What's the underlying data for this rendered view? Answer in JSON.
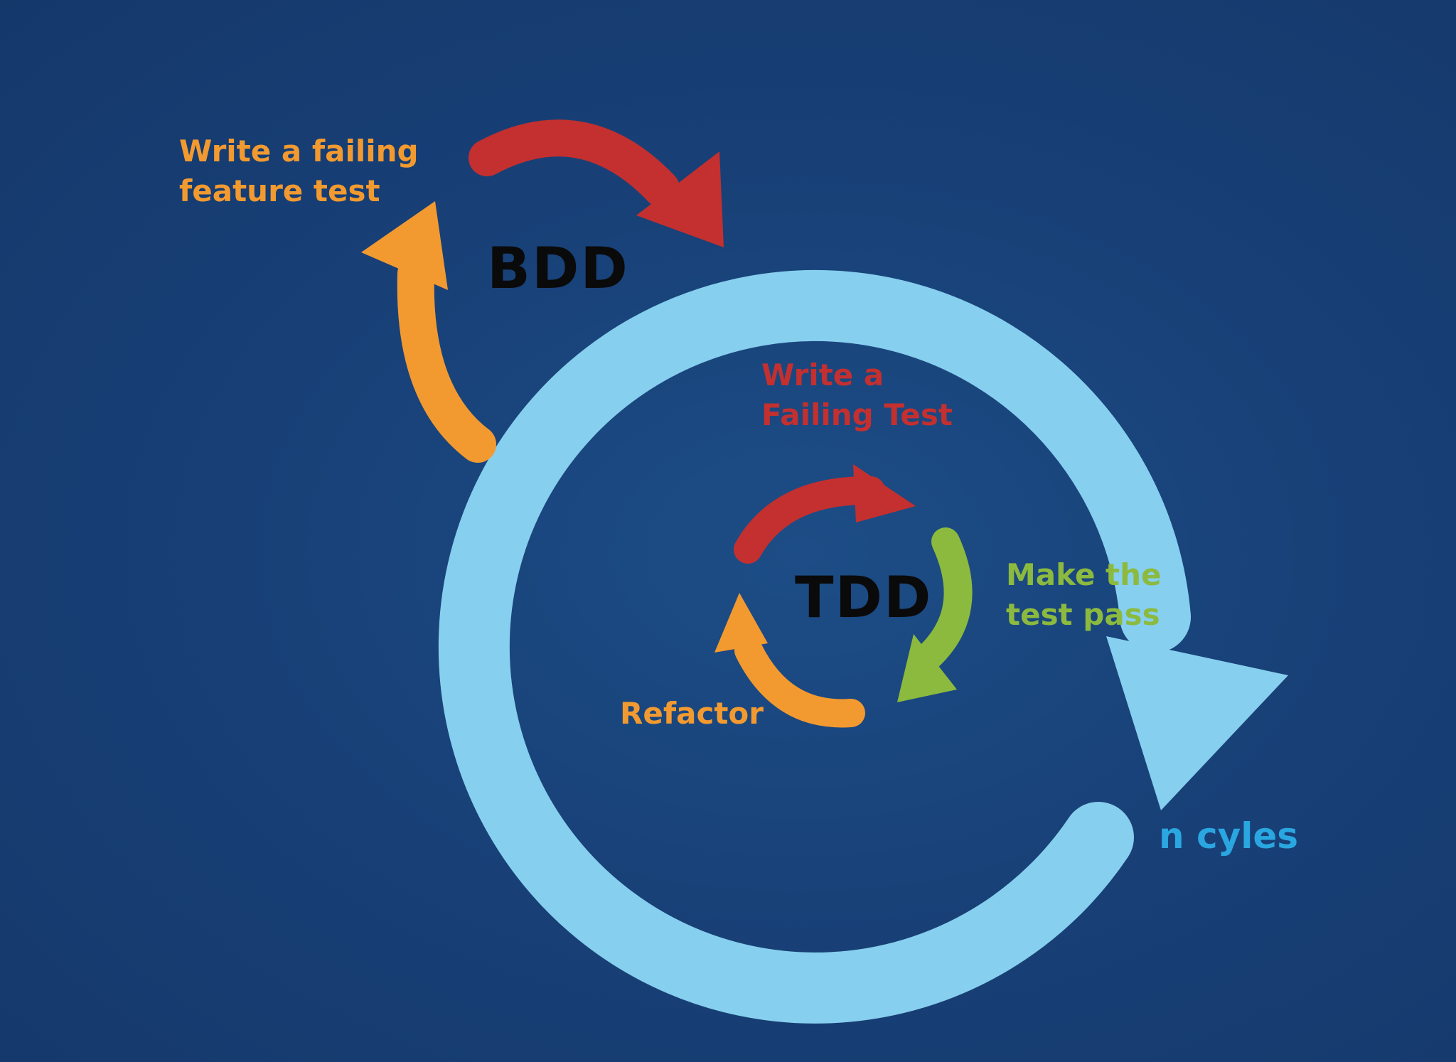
{
  "bdd": {
    "label": "BDD",
    "step_write_line1": "Write a failing",
    "step_write_line2": "feature test"
  },
  "tdd": {
    "label": "TDD",
    "step_write_line1": "Write a",
    "step_write_line2": "Failing Test",
    "step_pass_line1": "Make the",
    "step_pass_line2": "test pass",
    "step_refactor": "Refactor"
  },
  "outer_cycle": {
    "label": "n cyles"
  },
  "colors": {
    "background": "#184178",
    "outer_loop": "#87cfee",
    "red": "#c3302f",
    "orange": "#f29a30",
    "green": "#8cba3e",
    "label_black": "#0a0a0a",
    "n_cycles_blue": "#2aa6e0"
  }
}
